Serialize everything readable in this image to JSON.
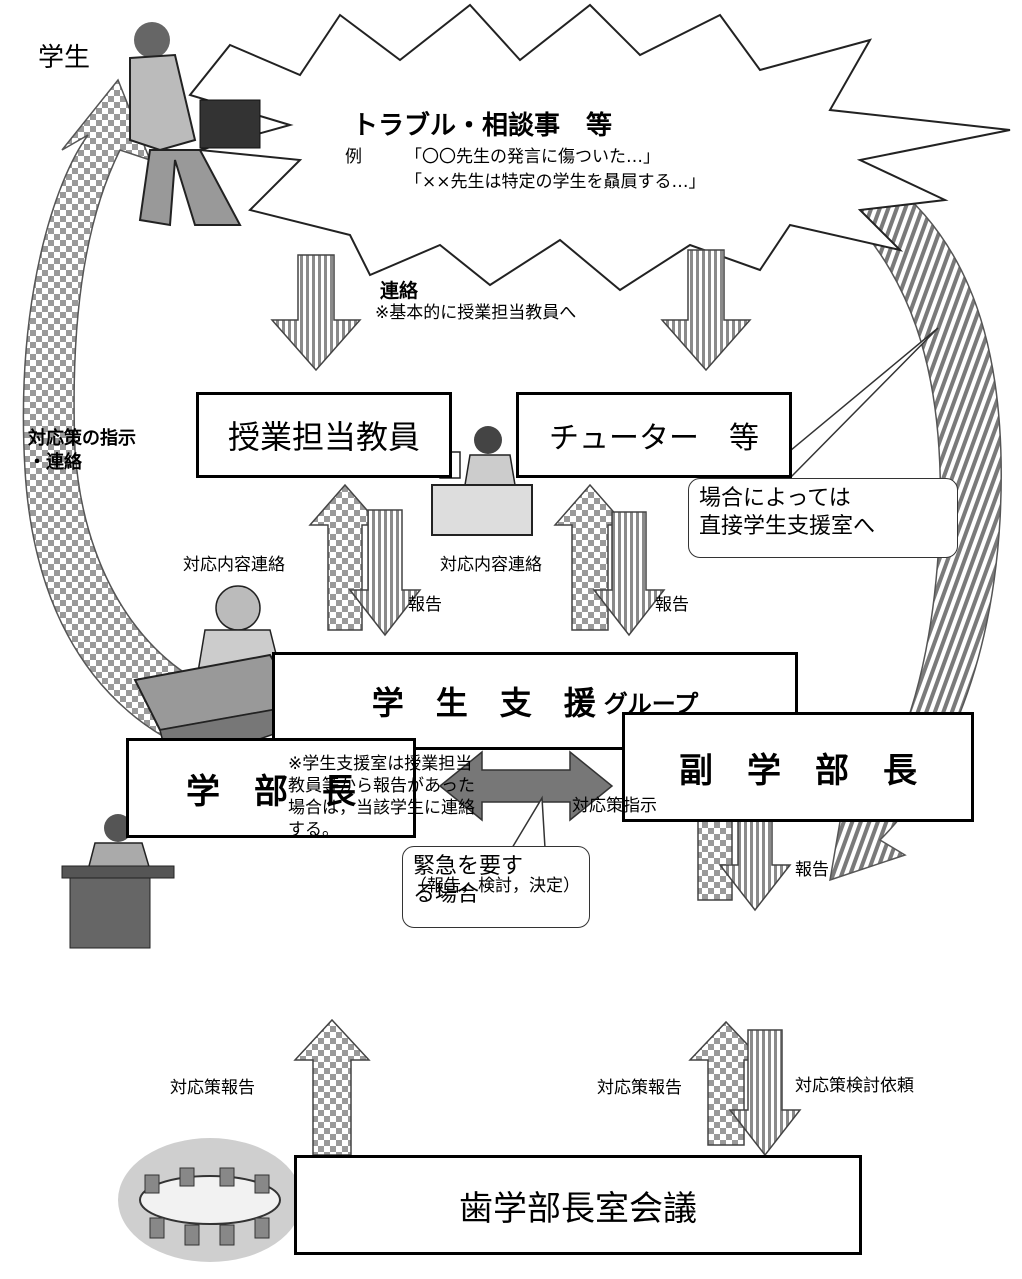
{
  "student_label": "学生",
  "burst": {
    "title": "トラブル・相談事　等",
    "example_label": "例",
    "example1": "「〇〇先生の発言に傷ついた…」",
    "example2": "「××先生は特定の学生を贔屓する…」"
  },
  "contact": {
    "title": "連絡",
    "note": "※基本的に授業担当教員へ"
  },
  "left_arrow_label_1": "対応策の指示",
  "left_arrow_label_2": "・連絡",
  "boxes": {
    "teacher": "授業担当教員",
    "tutor": "チューター　等",
    "support": "学　生　支　援",
    "support_suffix": "グループ",
    "dean": "学　部　長",
    "vice_dean": "副　学　部　長",
    "council": "歯学部長室会議"
  },
  "callouts": {
    "direct_1": "場合によっては",
    "direct_2": "直接学生支援室へ",
    "urgent_1": "緊急を要す",
    "urgent_2": "る場合"
  },
  "labels": {
    "contact_content_left": "対応内容連絡",
    "report_left": "報告",
    "contact_content_right": "対応内容連絡",
    "report_right": "報告",
    "support_note_1": "※学生支援室は授業担当",
    "support_note_2": "教員等から報告があった",
    "support_note_3": "場合は，当該学生に連絡",
    "support_note_4": "する。",
    "instruction": "対応策指示",
    "report_vice": "報告",
    "deliberation": "（報告，検討，決定）",
    "report_to_dean": "対応策報告",
    "report_to_vice": "対応策報告",
    "request_vice": "対応策検討依頼"
  }
}
